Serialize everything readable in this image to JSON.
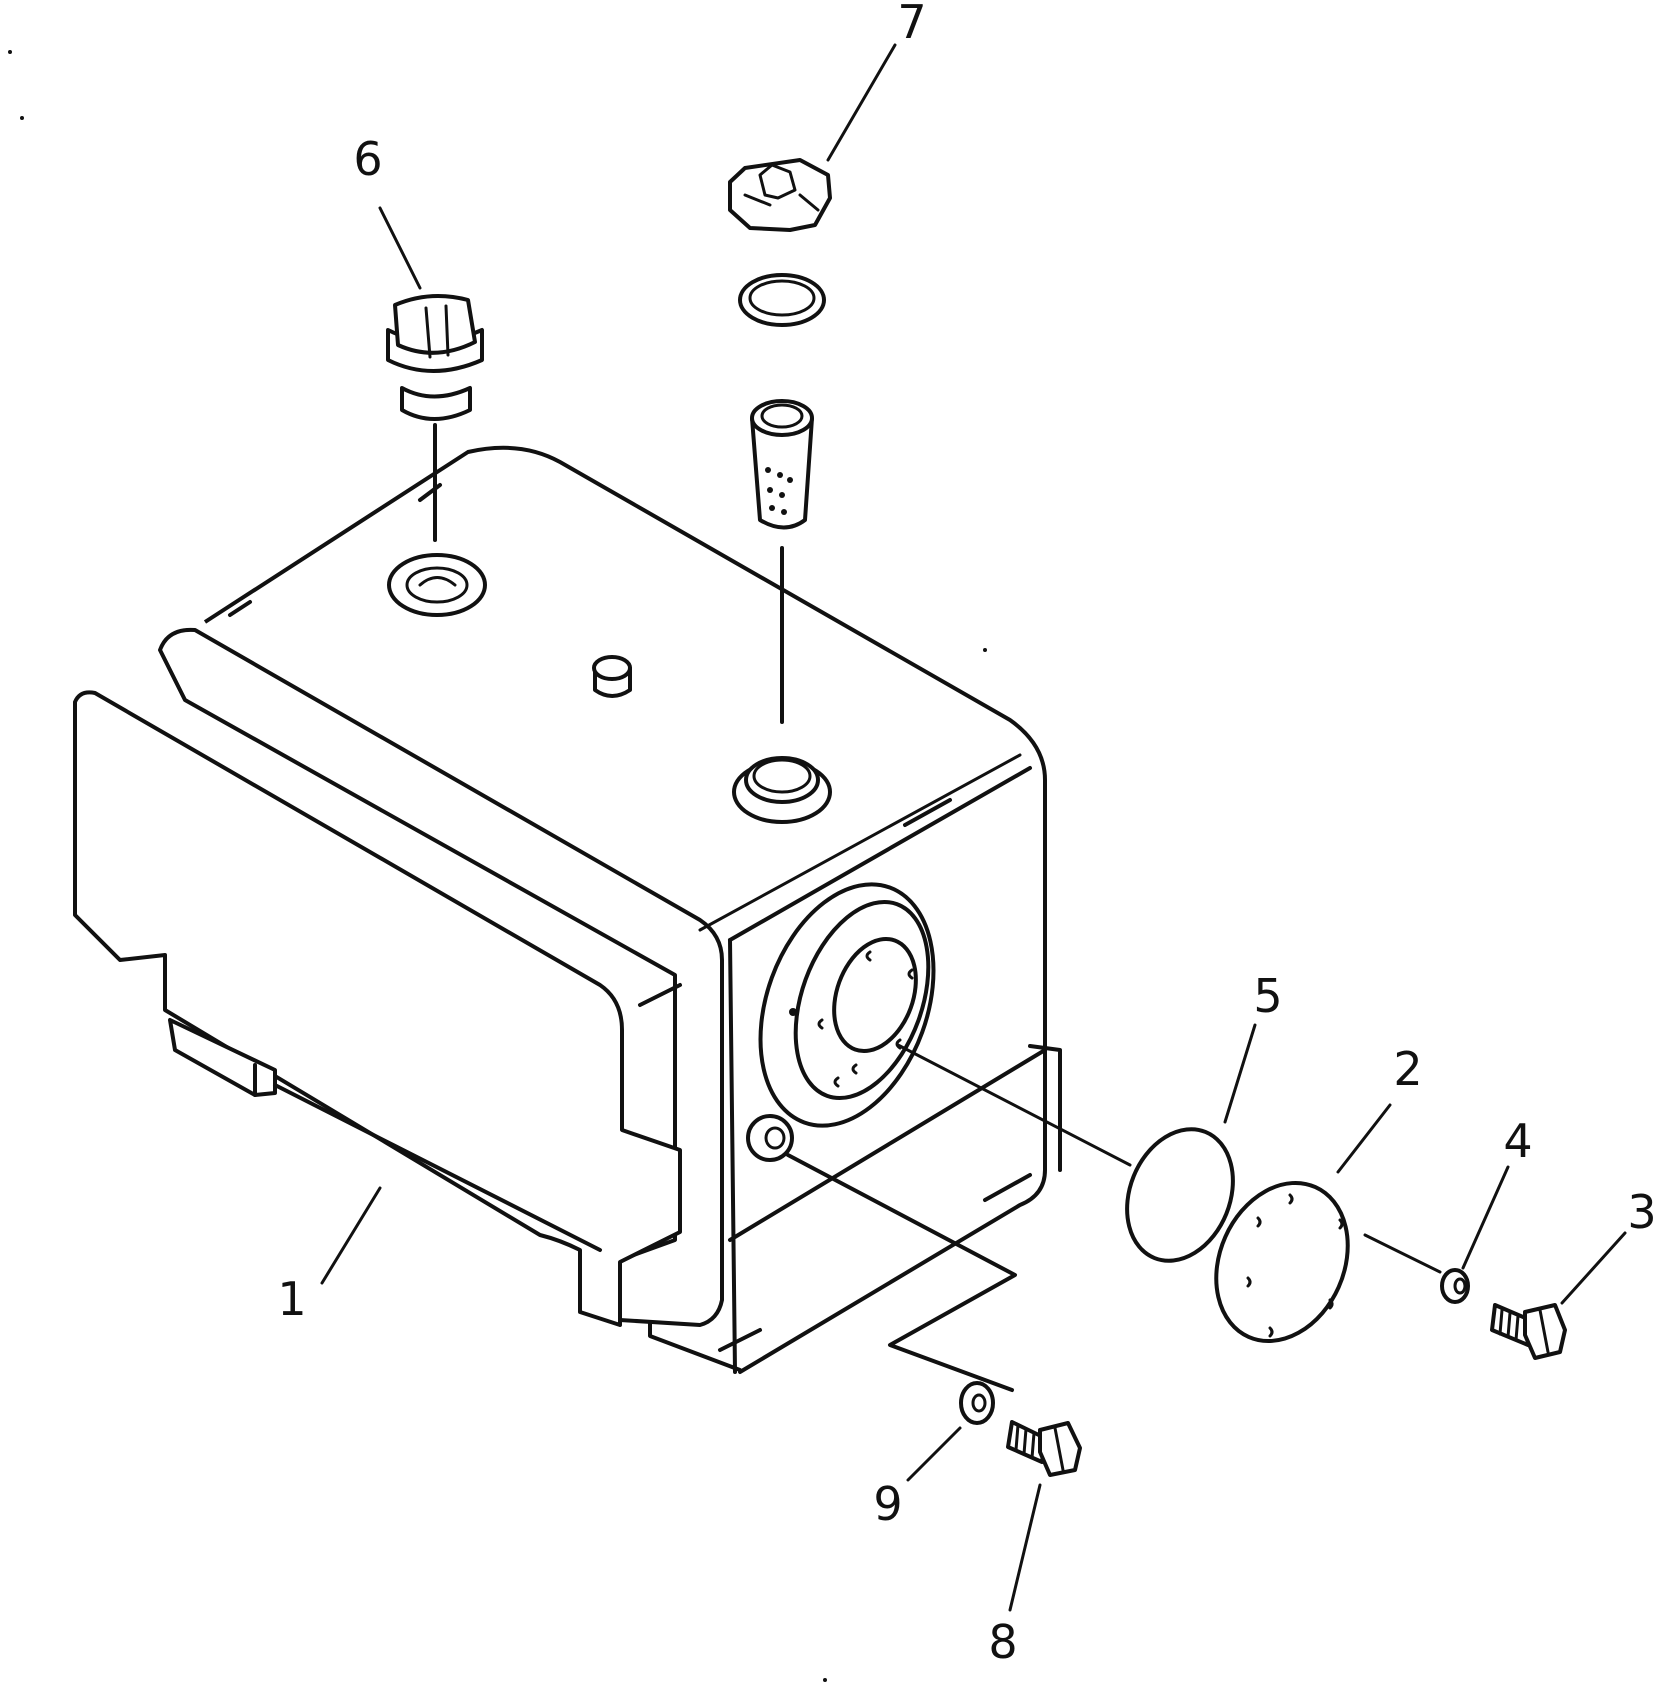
{
  "callouts": {
    "1": "1",
    "2": "2",
    "3": "3",
    "4": "4",
    "5": "5",
    "6": "6",
    "7": "7",
    "8": "8",
    "9": "9"
  }
}
